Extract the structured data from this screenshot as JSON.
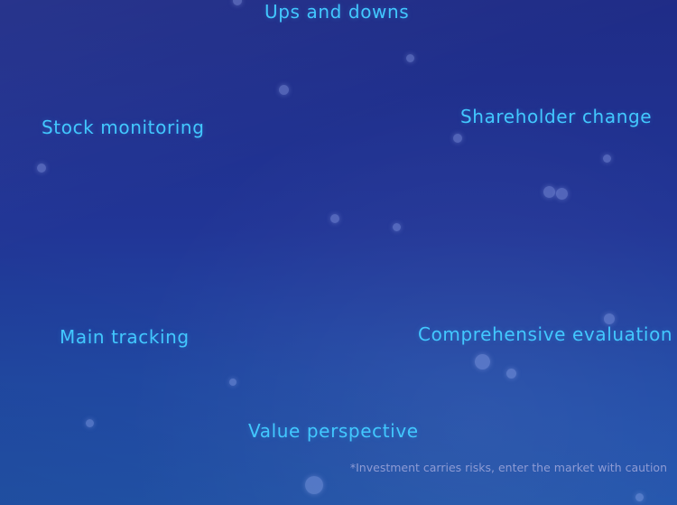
{
  "features": {
    "ups_and_downs": "Ups and downs",
    "stock_monitoring": "Stock monitoring",
    "shareholder_change": "Shareholder change",
    "main_tracking": "Main tracking",
    "comprehensive_evaluation": "Comprehensive evaluation",
    "value_perspective": "Value perspective"
  },
  "disclaimer": "*Investment carries risks, enter the market with caution",
  "colors": {
    "feature_text": "#42c8ff",
    "background_top": "#1f2c87",
    "background_bottom": "#2255ae"
  }
}
